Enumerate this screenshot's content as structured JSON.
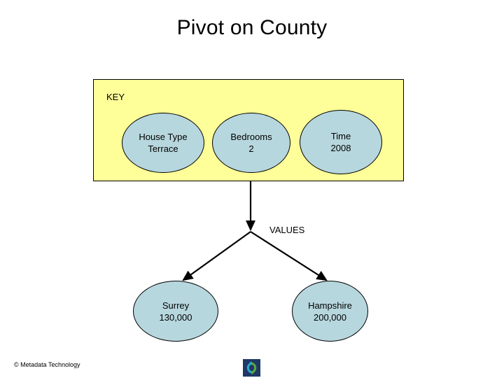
{
  "slide": {
    "title": "Pivot on County",
    "background_color": "#ffffff"
  },
  "key_panel": {
    "label": "KEY",
    "fill_color": "#ffff99",
    "border_color": "#000000",
    "nodes": [
      {
        "name": "house-type",
        "line1": "House Type",
        "line2": "Terrace"
      },
      {
        "name": "bedrooms",
        "line1": "Bedrooms",
        "line2": "2"
      },
      {
        "name": "time",
        "line1": "Time",
        "line2": "2008"
      }
    ]
  },
  "values_section": {
    "label": "VALUES",
    "nodes": [
      {
        "name": "surrey",
        "line1": "Surrey",
        "line2": "130,000"
      },
      {
        "name": "hampshire",
        "line1": "Hampshire",
        "line2": "200,000"
      }
    ]
  },
  "node_style": {
    "fill_color": "#b7d7de",
    "border_color": "#000000"
  },
  "footer": {
    "copyright": "© Metadata Technology",
    "logo_name": "metadata-technology-logo",
    "logo_colors": {
      "background": "#1f3864",
      "arrow_left": "#2aa9c9",
      "arrow_right": "#5aa83c"
    }
  }
}
